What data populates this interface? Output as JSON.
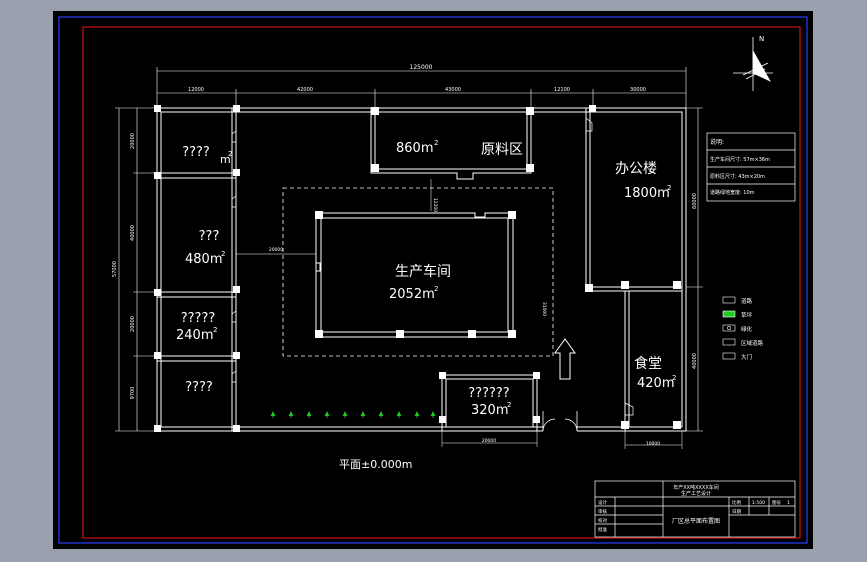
{
  "drawing": {
    "caption": "平面±0.000m",
    "north_label": "N"
  },
  "dimensions": {
    "overall_width": "125000",
    "top": [
      "12000",
      "42000",
      "43000",
      "12100",
      "30000"
    ],
    "left": [
      "20000",
      "40000",
      "20000",
      "9700"
    ],
    "overall_height": "57000",
    "right": [
      "60000",
      "40000"
    ],
    "inner_left": "20000",
    "inner_top": "12200",
    "inner_right": "31000",
    "canteen_bottom": "10000",
    "dorm_bottom": "20000"
  },
  "rooms": {
    "r1_name": "????",
    "r1_unit": "m",
    "r1_exp": "2",
    "r2_name": "???",
    "r2_area": "480m",
    "r2_exp": "2",
    "r3_name": "?????",
    "r3_area": "240m",
    "r3_exp": "2",
    "r4_name": "????",
    "raw_area": "860m",
    "raw_exp": "2",
    "raw_name": "原料区",
    "prod_name": "生产车间",
    "prod_area": "2052m",
    "prod_exp": "2",
    "office_name": "办公楼",
    "office_area": "1800m",
    "office_exp": "2",
    "canteen_name": "食堂",
    "canteen_area": "420m",
    "canteen_exp": "2",
    "dorm_name": "??????",
    "dorm_area": "320m",
    "dorm_exp": "2"
  },
  "notes": {
    "title": "说明:",
    "line1": "生产车间尺寸: 57m×36m",
    "line2": "原料区尺寸: 43m×20m",
    "line3": "道路绿地宽度: 10m"
  },
  "legend": [
    "道路",
    "草坪",
    "绿化",
    "区域道路",
    "大门"
  ],
  "title_block": {
    "project": "年产XX吨XXXX车间",
    "project_sub": "生产工艺设计",
    "drawing_title": "厂区总平面布置图",
    "row_design": "设计",
    "row_check": "审核",
    "row_review": "校对",
    "row_approve": "批准",
    "scale_label": "比例",
    "scale_value": "1:500",
    "sheet_label": "图号",
    "sheet_value": "1",
    "date_label": "日期"
  },
  "colors": {
    "background": "#000000",
    "lines": "#ffffff",
    "inner_border": "#cc1111",
    "outer_border": "#2a3cff",
    "grass": "#22cc22"
  }
}
